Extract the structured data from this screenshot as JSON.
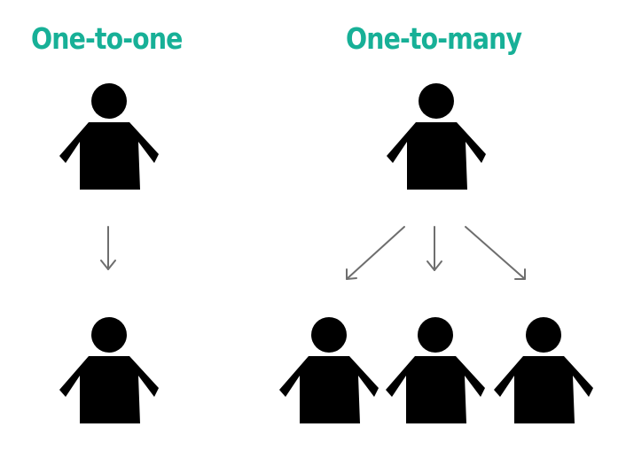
{
  "titles": {
    "left": "One-to-one",
    "right": "One-to-many"
  },
  "colors": {
    "title": "#17b097",
    "figure": "#000000",
    "arrow": "#6e6e6e"
  },
  "diagrams": [
    {
      "name": "one-to-one",
      "sources": 1,
      "targets": 1
    },
    {
      "name": "one-to-many",
      "sources": 1,
      "targets": 3
    }
  ],
  "icons": {
    "person": "person-icon",
    "arrow": "arrow-down-icon"
  }
}
